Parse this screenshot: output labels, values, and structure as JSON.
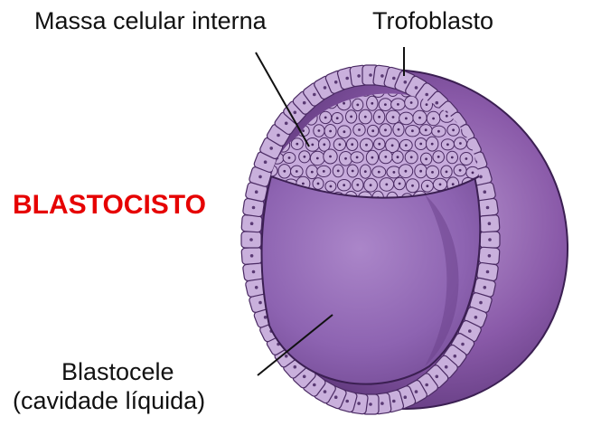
{
  "labels": {
    "inner_cell_mass": "Massa celular interna",
    "trophoblast": "Trofoblasto",
    "title": "BLASTOCISTO",
    "blastocoel_line1": "Blastocele",
    "blastocoel_line2": "(cavidade líquida)"
  },
  "colors": {
    "title": "#e60000",
    "text": "#111111",
    "outer_shell": "#7e4f9c",
    "cavity": "#8a62b0",
    "cell_fill": "#c9b0dc",
    "cell_stroke": "#4a2a63"
  }
}
